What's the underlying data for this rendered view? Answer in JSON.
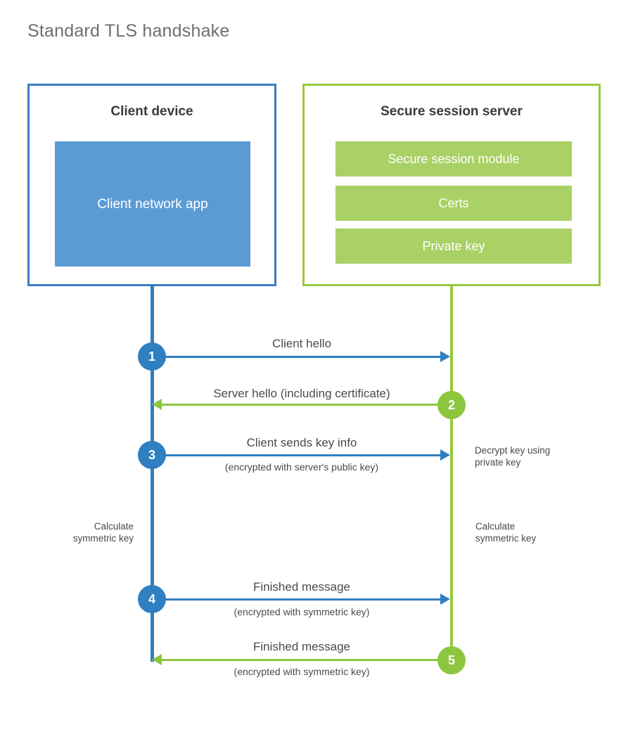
{
  "page": {
    "title": "Standard TLS handshake"
  },
  "colors": {
    "client_accent": "#2f7fc1",
    "client_border": "#3d7cc0",
    "client_block_fill": "#5b9bd5",
    "server_accent": "#8cc63f",
    "server_border": "#97c93d",
    "server_bar_fill": "#a9d165",
    "text": "#4a4a4a",
    "title_text": "#6f6f6f"
  },
  "client_panel": {
    "title": "Client device",
    "app_block_label": "Client network app"
  },
  "server_panel": {
    "title": "Secure session server",
    "bars": [
      {
        "label": "Secure session module"
      },
      {
        "label": "Certs"
      },
      {
        "label": "Private key"
      }
    ]
  },
  "steps": [
    {
      "number": "1",
      "side": "client",
      "direction": "right",
      "main": "Client hello",
      "sub": ""
    },
    {
      "number": "2",
      "side": "server",
      "direction": "left",
      "main": "Server hello (including certificate)",
      "sub": ""
    },
    {
      "number": "3",
      "side": "client",
      "direction": "right",
      "main": "Client sends key info",
      "sub": "(encrypted with server's public key)"
    },
    {
      "number": "4",
      "side": "client",
      "direction": "right",
      "main": "Finished message",
      "sub": "(encrypted with symmetric key)"
    },
    {
      "number": "5",
      "side": "server",
      "direction": "left",
      "main": "Finished message",
      "sub": "(encrypted with symmetric key)"
    }
  ],
  "annotations": {
    "decrypt_key": "Decrypt key using\nprivate key",
    "client_calculate": "Calculate\nsymmetric key",
    "server_calculate": "Calculate\nsymmetric key"
  }
}
